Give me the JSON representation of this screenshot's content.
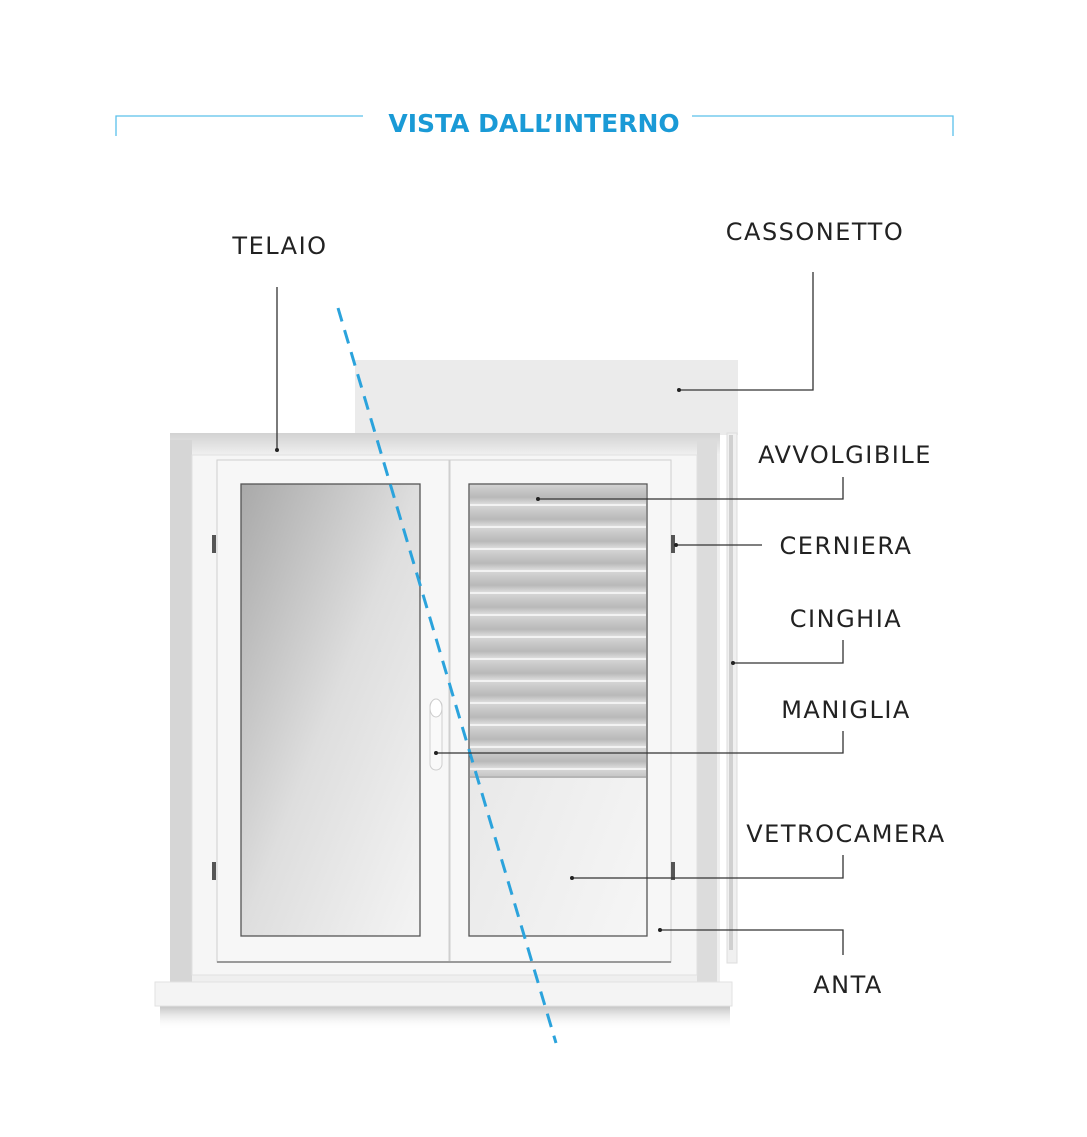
{
  "title": "VISTA DALL’INTERNO",
  "colors": {
    "accent": "#1a9ad6",
    "leader": "#333333"
  },
  "labels": {
    "telaio": "TELAIO",
    "cassonetto": "CASSONETTO",
    "avvolgibile": "AVVOLGIBILE",
    "cerniera": "CERNIERA",
    "cinghia": "CINGHIA",
    "maniglia": "MANIGLIA",
    "vetrocamera": "VETROCAMERA",
    "anta": "ANTA"
  }
}
